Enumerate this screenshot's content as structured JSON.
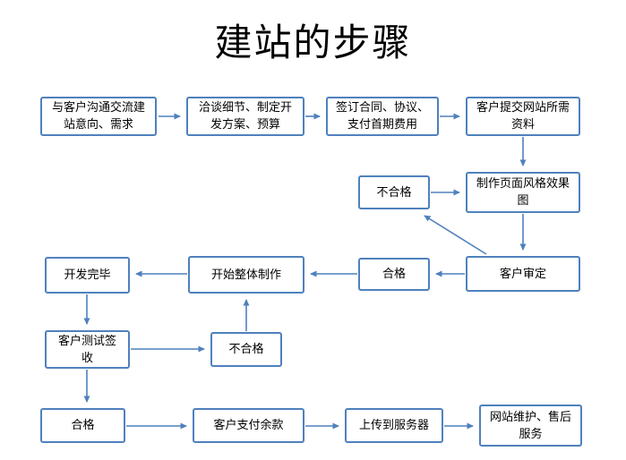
{
  "title": "建站的步骤",
  "colors": {
    "node_border": "#4f81bd",
    "arrow": "#4f81bd",
    "node_fill": "#ffffff",
    "text": "#000000"
  },
  "nodes": {
    "communicate": {
      "label": "与客户沟通交流建站意向、需求"
    },
    "negotiate": {
      "label": "洽谈细节、制定开发方案、预算"
    },
    "contract": {
      "label": "签订合同、协议、支付首期费用"
    },
    "submit_materials": {
      "label": "客户提交网站所需资料"
    },
    "unqualified_style": {
      "label": "不合格"
    },
    "make_style": {
      "label": "制作页面风格效果图"
    },
    "dev_done": {
      "label": "开发完毕"
    },
    "overall_production": {
      "label": "开始整体制作"
    },
    "qualified_style": {
      "label": "合格"
    },
    "customer_review": {
      "label": "客户审定"
    },
    "customer_test": {
      "label": "客户测试签收"
    },
    "unqualified_test": {
      "label": "不合格"
    },
    "qualified_test": {
      "label": "合格"
    },
    "pay_balance": {
      "label": "客户支付余款"
    },
    "upload_server": {
      "label": "上传到服务器"
    },
    "maintenance": {
      "label": "网站维护、售后服务"
    }
  }
}
